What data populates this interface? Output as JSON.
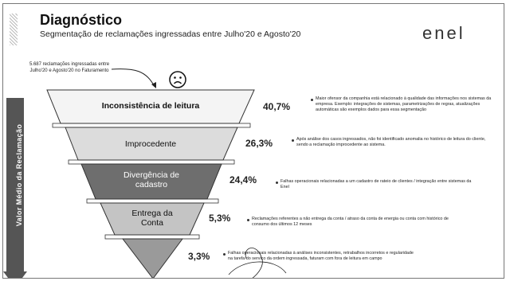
{
  "header": {
    "title": "Diagnóstico",
    "subtitle": "Segmentação de reclamações ingressadas entre Julho'20 e Agosto'20",
    "logo": "enel"
  },
  "annotation": "5.687 reclamações ingressadas entre Julho'20 e Agosto'20 no Faturamento",
  "side_label": "Valor Médio da Reclamação",
  "icons": {
    "sad_face": "sad-face-icon",
    "down_arrow": "down-arrow-icon"
  },
  "segments": [
    {
      "label": "Inconsistência de leitura",
      "percent": "40,7%",
      "description": "Maior ofensor da companhia está relacionado à qualidade das informações nos sistemas da empresa. Exemplo: integrações de sistemas, parametrizações de regras, atualizações automáticas são exemplos dados para essa segmentação"
    },
    {
      "label": "Improcedente",
      "percent": "26,3%",
      "description": "Após análise dos casos ingressados, não foi identificado anomalia no histórico de leitura do cliente, sendo a reclamação improcedente ao sistema."
    },
    {
      "label": "Divergência de cadastro",
      "percent": "24,4%",
      "description": "Falhas operacionais relacionadas a um cadastro de rateio de clientes / integração entre sistemas da Enel"
    },
    {
      "label": "Entrega da Conta",
      "percent": "5,3%",
      "description": "Reclamações referentes a não entrega da conta / atraso da conta de energia ou conta com histórico de consumo dos últimos 12 meses"
    },
    {
      "label": "",
      "percent": "3,3%",
      "description": "Falhas operacionais relacionadas à análises inconsistentes, retrabalhos incorretos e regularidade na tarefa do serviço da ordem ingressada, faturam com fora de leitura em campo"
    }
  ],
  "colors": {
    "seg1": "#f4f4f4",
    "seg2": "#dcdcdc",
    "seg3": "#6e6e6e",
    "seg4": "#c4c4c4",
    "seg5": "#9a9a9a"
  }
}
